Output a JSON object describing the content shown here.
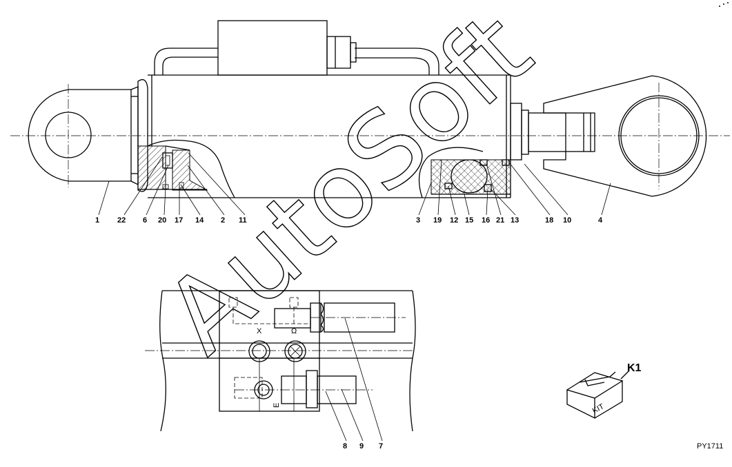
{
  "watermark": {
    "text": "AutoSoft"
  },
  "callouts": [
    {
      "id": "c1",
      "label": "1"
    },
    {
      "id": "c22",
      "label": "22"
    },
    {
      "id": "c6",
      "label": "6"
    },
    {
      "id": "c20",
      "label": "20"
    },
    {
      "id": "c17",
      "label": "17"
    },
    {
      "id": "c14",
      "label": "14"
    },
    {
      "id": "c2",
      "label": "2"
    },
    {
      "id": "c11",
      "label": "11"
    },
    {
      "id": "c3",
      "label": "3"
    },
    {
      "id": "c19",
      "label": "19"
    },
    {
      "id": "c12",
      "label": "12"
    },
    {
      "id": "c15",
      "label": "15"
    },
    {
      "id": "c16",
      "label": "16"
    },
    {
      "id": "c21",
      "label": "21"
    },
    {
      "id": "c13",
      "label": "13"
    },
    {
      "id": "c18",
      "label": "18"
    },
    {
      "id": "c10",
      "label": "10"
    },
    {
      "id": "c4",
      "label": "4"
    },
    {
      "id": "c8",
      "label": "8"
    },
    {
      "id": "c9",
      "label": "9"
    },
    {
      "id": "c7",
      "label": "7"
    }
  ],
  "kit": {
    "label": "K1",
    "box_text": "KIT"
  },
  "drawing_code": "PY1711"
}
